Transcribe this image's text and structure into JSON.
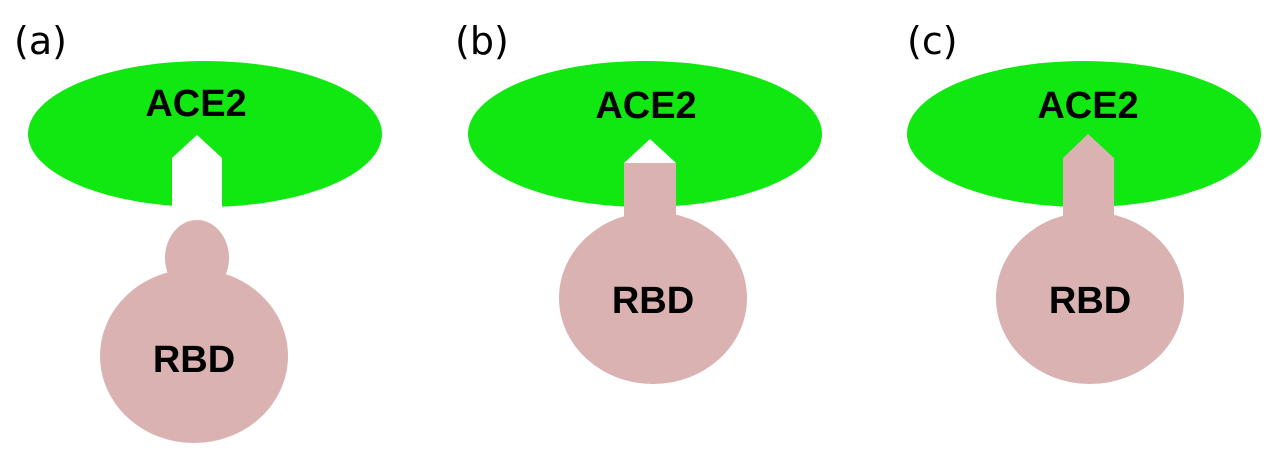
{
  "colors": {
    "ace2": "#11e811",
    "rbd": "#dbb2b2",
    "background": "#ffffff",
    "text": "#000000"
  },
  "panels": [
    {
      "label": "(a)",
      "ace2_label": "ACE2",
      "rbd_label": "RBD",
      "state": "separated"
    },
    {
      "label": "(b)",
      "ace2_label": "ACE2",
      "rbd_label": "RBD",
      "state": "bound-with-gap"
    },
    {
      "label": "(c)",
      "ace2_label": "ACE2",
      "rbd_label": "RBD",
      "state": "bound-fitted"
    }
  ]
}
